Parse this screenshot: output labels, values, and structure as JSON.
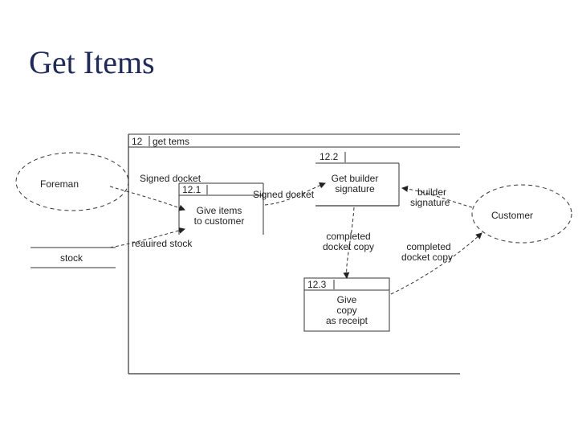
{
  "slide": {
    "title": "Get Items"
  },
  "diagram": {
    "frame": {
      "id": "12",
      "name": "get  tems"
    },
    "entities": {
      "foreman": "Foreman",
      "customer": "Customer"
    },
    "store": {
      "label": "stock"
    },
    "processes": {
      "p1": {
        "id": "12.1",
        "line1": "Give items",
        "line2": "to customer"
      },
      "p2": {
        "id": "12.2",
        "line1": "Get builder",
        "line2": "signature"
      },
      "p3": {
        "id": "12.3",
        "line1": "Give",
        "line2": "copy",
        "line3": "as receipt"
      }
    },
    "flows": {
      "signed_docket_in": "Signed docket",
      "signed_docket_12": "Signed docket",
      "required_stock": "reauired stock",
      "builder_sig_1": "builder",
      "builder_sig_2": "signature",
      "completed_a_1": "completed",
      "completed_a_2": "docket copy",
      "completed_b_1": "completed",
      "completed_b_2": "docket copy"
    }
  }
}
